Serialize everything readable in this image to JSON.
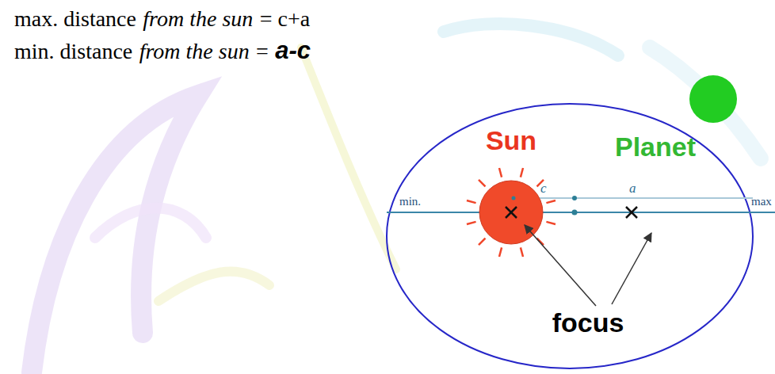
{
  "diagram": {
    "labels": [
      "max. distance",
      "from the sun",
      "= c+a",
      "min. distance",
      "from the sun",
      "=",
      "a-c",
      "Sun",
      "Planet",
      "c",
      "a",
      "min.",
      "max",
      "focus"
    ]
  }
}
